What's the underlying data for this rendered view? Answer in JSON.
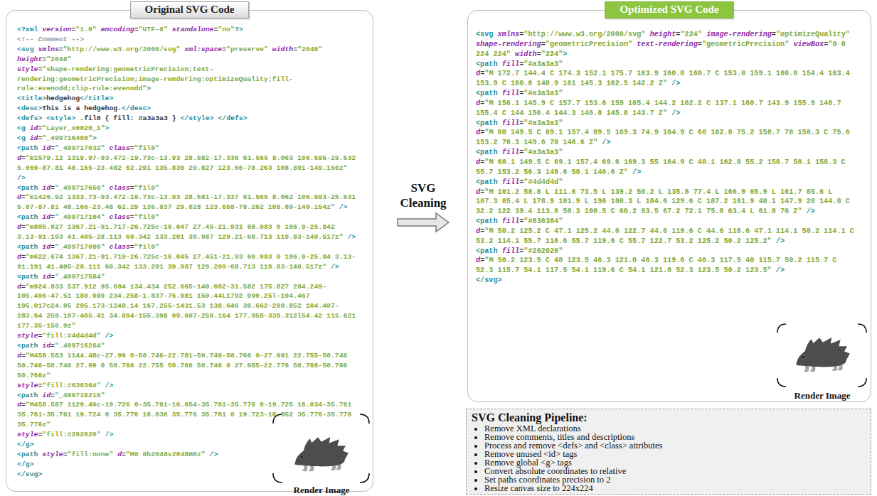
{
  "diagram": {
    "nodes": [
      {
        "text": [
          "Original SVG Code"
        ]
      },
      {
        "text": [
          "Optimized SVG Code"
        ]
      },
      {
        "text": [
          "SVG Cleaning Pipeline:",
          "Remove XML declarations",
          "Remove comments, titles and descriptions",
          "Process and remove <defs> and <class> attributes",
          "Remove unused <id> tags",
          "Remove global <g> tags",
          "Convert absolute coordinates to relative",
          "Set paths coordinates precision to 2",
          "Resize canvas size to 224x224"
        ]
      }
    ],
    "edges": [
      {
        "from": 0,
        "to": 1,
        "label": "SVG Cleaning",
        "arrow": "to"
      }
    ],
    "labels": [
      "<?xml version=\"1.0\" encoding=\"UTF-8\" standalone=\"no\"?>",
      "<!-- Comment -->",
      "<svg xmlns=\"http://www.w3.org/2000/svg\" xml:space=\"preserve\" width=\"2048\"",
      "height=\"2048\"",
      "style=\"shape-rendering:geometricPrecision;text-",
      "rendering:geometricPrecision;image-rendering:optimizeQuality;fill-",
      "rule:evenodd;clip-rule:evenodd\">",
      "<title>hedgehog</title>",
      "<desc>This is a hedgehog.</desc>",
      "<defs> <style> .fil0 { fill: #a3a3a3 } </style> </defs>",
      "<g id=\"Layer_x0020_1\">",
      "<g id=\"_499716408\">",
      "<path id=\"_499717032\" class=\"fil0\"",
      "d=\"m1579.12 1319.97-93.472-19.73c-13.93 28.582-17.336 61.565 8.063 106.595-25.532",
      "5.069-87.81 48.165-23.482 62.291 135.838 29.827 123.66-78.263 108.891-149.156z\"",
      "/>",
      "<path id=\"_499717656\" class=\"fil0\"",
      "d=\"m1426.92 1333.73-93.472-19.73c-13.93 28.581-17.337 61.565 8.062 106.593-25.531",
      "5.07-87.81 48.166-23.48 62.29 135.837 29.828 123.658-78.262 108.89-149.154z\" />",
      "<path id=\"_499717104\" class=\"fil0\"",
      "d=\"m805.027 1367.21-91.717-26.725c-16.047 27.45-21.931 60.083 0 106.9-25.842",
      "3.13-91.193 41.405-28.113 60.342 133.201 39.987 129.21-68.713 119.83-140.517z\" />",
      "<path id=\"_499717080\" class=\"fil0\"",
      "d=\"m622.674 1367.21-91.719-26.725c-16.045 27.451-21.93 60.083 0 106.9-25.84 3.13-",
      "91.191 41.405-28.111 60.342 133.201 39.987 129.209-68.713 119.83-140.517z\" />",
      "<path id=\"_499717584\"",
      "d=\"m924.833 537.912 95.604 134.434 252.665-140.662-31.582 175.827 284.249-",
      "105.496-47.51 180.989 234.258-1.837-76.981 150.44L1792 990.25l-104.467",
      "195.017c24.05 295.173-1248.14 167.255-1431.53 138.646 38.662-208.852 104.407-",
      "283.94 259.107-405.41 34.894-155.398 99.607-259.164 177.958-339.312l54.42 115.621",
      "177.35-156.9z\"",
      "style=\"fill:#4d4d4d\" />",
      "<path id=\"_499716264\"",
      "d=\"M458.583 1144.48c-27.99 0-50.746-22.781-50.746-50.766 0-27.991 22.755-50.746",
      "50.746-50.746 27.99 0 50.766 22.755 50.766 50.746 0 27.985-22.776 50.766-50.766",
      "50.766z\"",
      "style=\"fill:#636364\" />",
      "<path id=\"_499716216\"",
      "d=\"M458.587 1129.49c-19.726 0-35.761-16.054-35.761-35.776 0-19.725 16.034-35.761",
      "35.761-35.761 19.724 0 35.776 16.036 35.776 35.761 0 19.723-16.052 35.776-35.776",
      "35.776z\"",
      "style=\"fill:#202020\" />",
      "</g>",
      "<path style=\"fill:none\" d=\"M0 0h2048v2048H0z\" />",
      "</g>",
      "</svg>",
      "Render Image",
      "<svg xmlns=\"http://www.w3.org/2000/svg\" height=\"224\" image-rendering=\"optimizeQuality\"",
      "shape-rendering=\"geometricPrecision\" text-rendering=\"geometricPrecision\" viewBox=\"0 0",
      "224 224\" width=\"224\">",
      "<path fill=\"#a3a3a3\"",
      "d=\"M 172.7 144.4 C 174.3 152.1 175.7 163.9 160.8 160.7 C 153.8 159.1 160.6 154.4 163.4",
      "153.9 C 160.6 148.9 161 145.3 162.5 142.2 Z\" />",
      "<path fill=\"#a3a3a3\"",
      "d=\"M 156.1 145.9 C 157.7 153.6 159 165.4 144.2 162.2 C 137.1 160.7 143.9 155.9 146.7",
      "155.4 C 144 150.4 144.3 146.8 145.8 143.7 Z\" />",
      "<path fill=\"#a3a3a3\"",
      "d=\"M 88 149.5 C 89.1 157.4 89.5 169.3 74.9 164.9 C 68 162.8 75.2 158.7 78 158.3 C 75.6",
      "153.2 76.3 149.6 78 146.6 Z\" />",
      "<path fill=\"#a3a3a3\"",
      "d=\"M 68.1 149.5 C 69.1 157.4 69.6 169.3 55 164.9 C 48.1 162.8 55.2 158.7 58.1 158.3 C",
      "55.7 153.2 56.3 149.6 58.1 146.6 Z\" />",
      "<path fill=\"#4d4d4d\"",
      "d=\"M 101.2 58.8 L 111.6 73.5 L 139.2 58.2 L 135.8 77.4 L 166.9 65.9 L 161.7 85.6 L",
      "187.3 85.4 L 178.9 101.9 L 196 108.3 L 184.6 129.6 C 187.2 161.9 48.1 147.9 28 144.8 C",
      "32.2 122 39.4 113.8 56.3 100.5 C 60.2 83.5 67.2 72.1 75.8 63.4 L 81.8 76 Z\" />",
      "<path fill=\"#636364\"",
      "d=\"M 50.2 125.2 C 47.1 125.2 44.6 122.7 44.6 119.6 C 44.6 116.6 47.1 114.1 50.2 114.1 C",
      "53.2 114.1 55.7 116.6 55.7 119.6 C 55.7 122.7 53.2 125.2 50.2 125.2\" />",
      "<path fill=\"#202020\"",
      "d=\"M 50.2 123.5 C 48 123.5 46.3 121.8 46.3 119.6 C 46.3 117.5 48 115.7 50.2 115.7 C",
      "52.3 115.7 54.1 117.5 54.1 119.6 C 54.1 121.8 52.3 123.5 50.2 123.5\" />",
      "</svg>",
      "Render Image"
    ]
  }
}
